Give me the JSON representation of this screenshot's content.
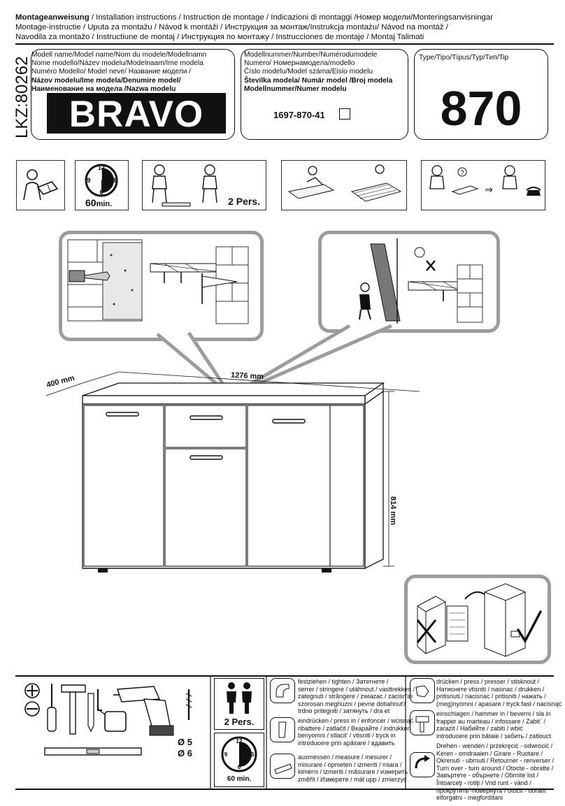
{
  "header": {
    "line1_bold": "Montageanweisung",
    "line1_rest": " / Installation instructions / Instruction de montage / Indicazioni di montaggi /Номер модели/Monteringsanvisningar",
    "line2": " Montage-instructie / Uputa za montažu / Návod k montáži / Инструкция за монтаж/Instrukcja montażu/ Návod na montáž /",
    "line3": "Navodila za montažo / Instructiune de montaj / Инструкция по монтажу     / Instrucciones de montaje / Montaj  Talimati"
  },
  "lkz": "LKZ:80262",
  "model_box": {
    "lines": [
      "Modell name/Model name/Nom du modele/Modellnamn",
      " Nome modello/Název modelu/Modelnaam/Ime modela",
      "Numéro Modello/ Model neve/    Название модели /",
      "Názov modelu/Ime modela/Denumire model/",
      "Наименование на модела /Nazwa modelu"
    ],
    "name": "BRAVO"
  },
  "number_box": {
    "lines": [
      "Modellnummer/Number/Numérodumodele",
      "Numero/   Номернамодела/modello",
      "Číslo modelu/Model száma/Eislo modelu",
      "Številka modela/  Numär model /Broj modela",
      "Modellnummer/Numer modelu"
    ],
    "number": "1697-870-41"
  },
  "type_box": {
    "label": "Type/Tipo/Típus/Typ/Тип/Tip",
    "value": "870"
  },
  "pictos": {
    "time": "60",
    "time_unit": "min.",
    "persons": "2 Pers."
  },
  "dimensions": {
    "depth": "400 mm",
    "width": "1276 mm",
    "height": "814 mm"
  },
  "tools": {
    "drill1": "Ø 5",
    "drill2": "Ø 6",
    "persons": "2 Pers.",
    "time": "60 min."
  },
  "legend": {
    "col1": [
      [
        "festziehen / tighten / Затегнете /",
        "serrer / stringere / utáhnout / vasttrekken /",
        "zategnuti / strângere / zwiazac / zacisn'æ",
        "szorosan meghúzni / pevne dotiahnut'/",
        "trdno pritegniti / затянуть / dra et"
      ],
      [
        "eindrücken / press in / enfoncer / wcisnąć",
        "ribattere / zatlačit / Вкарайте / indrukken",
        "benyomni / stlacit' / vtisniti / tryck in",
        "introducere prin apăsare / вдавить"
      ],
      [
        "ausmessen / measure / mesurer /",
        "misurare / opmeten / izmeriti / miara /",
        "kimérni / izmeriti / măsurare / измерить",
        "změřit / Измерете / mät upp / zmierzyć"
      ]
    ],
    "col2": [
      [
        "drücken / press / presser / stisknout /",
        "Натиснете vtisniti / nasinac / drukken /",
        "pritisnuti / nacisnac / pritisniti / нажать /",
        "(meg)nyomni / apasare / tryck fast / nacisnąć"
      ],
      [
        "einschlagen / hammer in / beverni / sla in",
        "frapper au marteau / infossare / Zabit´ /",
        "zarazit / Набийте / zabiti / wbić",
        "introducere prin bătaie / забить / zatlouct"
      ],
      [
        "Drehen - wenden / przekręcić - odwrócić /",
        "Keren - omdraaien / Girare - Ruotare /",
        "Okrenuti - ubrnuti / Retourner - renverser /",
        "Turn over - turn around / Otocte - obratte /",
        "Завъртете - обърнете / Obrnite list /",
        "Întoarceţi - rotiţi / Vrid runt - vänd /",
        "прокрутить -повернуть  / otočit - obrátit",
        "elforgatni - megfordítani"
      ]
    ]
  }
}
